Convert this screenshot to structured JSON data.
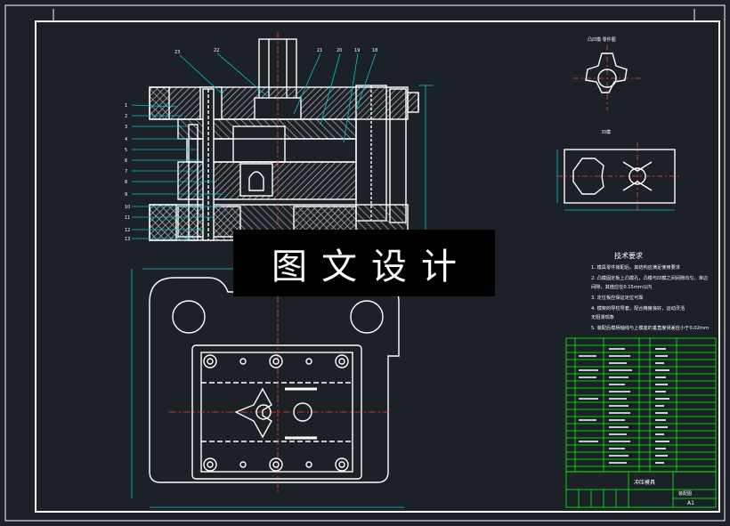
{
  "watermark": {
    "text": "图文设计"
  },
  "drawing": {
    "tech_req_title": "技术要求",
    "tech_req_lines": [
      "1. 模具零件装配后，其结构应满足使用要求",
      "2. 凸模固定板上凸模孔，凸模与凹模之间间隙均匀，单边",
      "   间隙，其值应在0.15mm以内",
      "3. 定位板应保证定位可靠",
      "4. 模架的导柱导套，配合精度良好，运动灵活",
      "   无阻滞现象",
      "5. 装配后模柄轴线与上模座的垂直度误差应小于0.02mm"
    ],
    "view_label_top": "凸凹模 零件图",
    "view_label_mid": "凹模",
    "title_block": {
      "drawing_name": "冲压模具",
      "drawing_no": "装配图",
      "scale": "A1"
    },
    "colors": {
      "background": "#1b2127",
      "lines": "#ffffff",
      "dims": "#00c8c8",
      "table": "#00ff00",
      "hatch": "#c8c8c8"
    }
  }
}
